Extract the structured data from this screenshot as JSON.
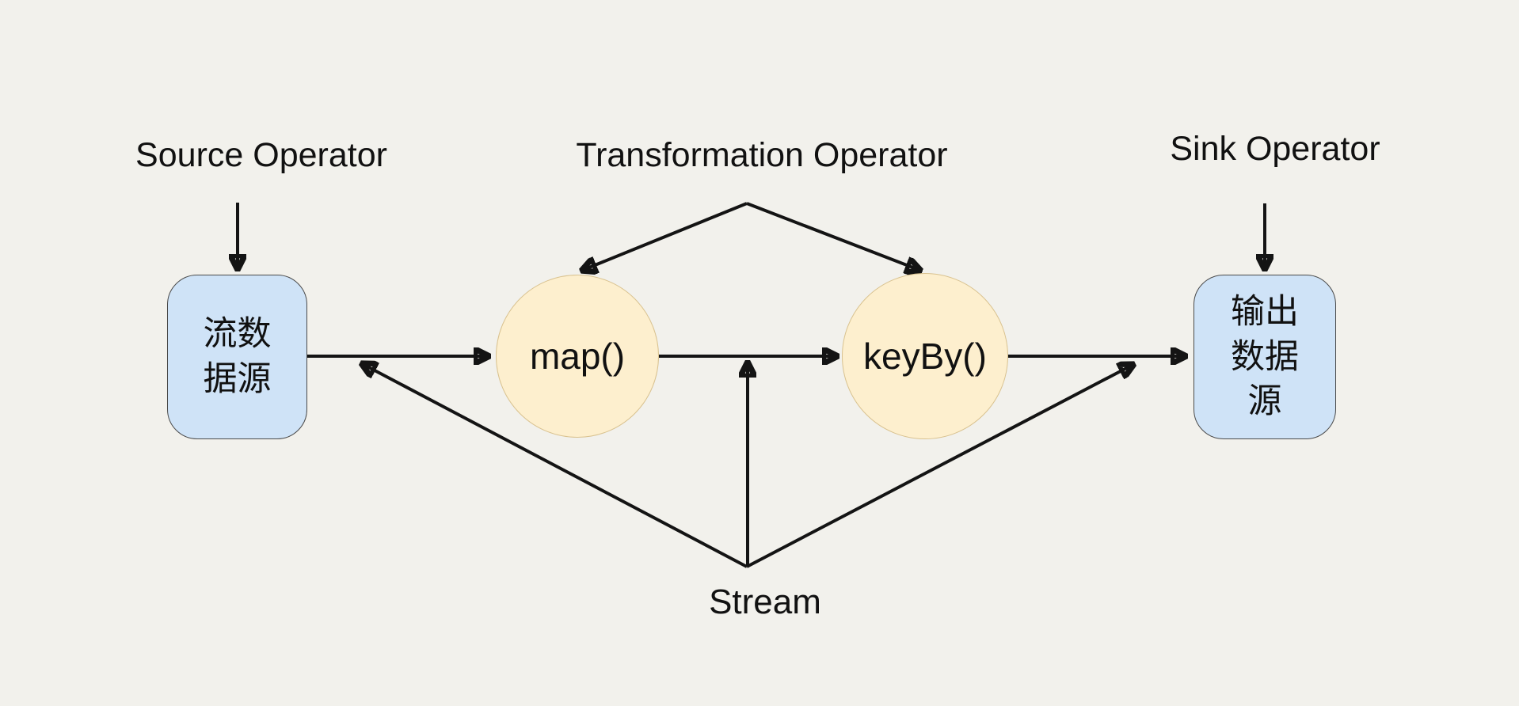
{
  "diagram": {
    "labels": {
      "source_operator": "Source Operator",
      "transformation_operator": "Transformation Operator",
      "sink_operator": "Sink Operator",
      "stream": "Stream"
    },
    "nodes": {
      "source": {
        "label": "流数\n据源",
        "shape": "rounded-rectangle",
        "fill": "#cfe3f7"
      },
      "map": {
        "label": "map()",
        "shape": "circle",
        "fill": "#fdefce"
      },
      "keyby": {
        "label": "keyBy()",
        "shape": "circle",
        "fill": "#fdefce"
      },
      "sink": {
        "label": "输出\n数据\n源",
        "shape": "rounded-rectangle",
        "fill": "#cfe3f7"
      }
    },
    "edges": [
      {
        "from": "source-operator-label",
        "to": "source-node",
        "arrow": "down"
      },
      {
        "from": "transformation-operator-label",
        "to": "map-node",
        "arrow": "down-left"
      },
      {
        "from": "transformation-operator-label",
        "to": "keyby-node",
        "arrow": "down-right"
      },
      {
        "from": "sink-operator-label",
        "to": "sink-node",
        "arrow": "down"
      },
      {
        "from": "source-node",
        "to": "map-node",
        "arrow": "right"
      },
      {
        "from": "map-node",
        "to": "keyby-node",
        "arrow": "right"
      },
      {
        "from": "keyby-node",
        "to": "sink-node",
        "arrow": "right"
      },
      {
        "from": "stream-label",
        "to": "source-map-connector",
        "arrow": "up-left"
      },
      {
        "from": "stream-label",
        "to": "map-keyby-connector",
        "arrow": "up"
      },
      {
        "from": "stream-label",
        "to": "keyby-sink-connector",
        "arrow": "up-right"
      }
    ]
  },
  "colors": {
    "background": "#f2f1ec",
    "node_blue_fill": "#cfe3f7",
    "node_blue_border": "#4a4a4a",
    "node_yellow_fill": "#fdefce",
    "node_yellow_border": "#d9c28f",
    "line": "#141414",
    "text": "#111111"
  }
}
